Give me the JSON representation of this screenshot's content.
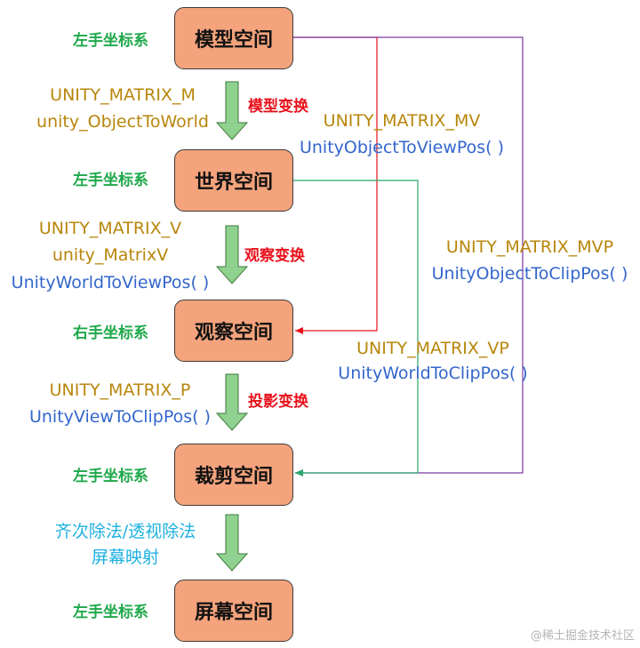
{
  "spaces": [
    {
      "name": "模型空间",
      "handedness": "左手坐标系"
    },
    {
      "name": "世界空间",
      "handedness": "左手坐标系"
    },
    {
      "name": "观察空间",
      "handedness": "右手坐标系"
    },
    {
      "name": "裁剪空间",
      "handedness": "左手坐标系"
    },
    {
      "name": "屏幕空间",
      "handedness": "左手坐标系"
    }
  ],
  "transforms": [
    {
      "title": "模型变换",
      "lines": [
        "UNITY_MATRIX_M",
        "unity_ObjectToWorld"
      ]
    },
    {
      "title": "观察变换",
      "lines": [
        "UNITY_MATRIX_V",
        "unity_MatrixV",
        "UnityWorldToViewPos( )"
      ]
    },
    {
      "title": "投影变换",
      "lines": [
        "UNITY_MATRIX_P",
        "UnityViewToClipPos( )"
      ]
    },
    {
      "title": "",
      "lines": [
        "齐次除法/透视除法",
        "屏幕映射"
      ]
    }
  ],
  "shortcuts": [
    {
      "matrix": "UNITY_MATRIX_MV",
      "func": "UnityObjectToViewPos( )",
      "color": "#e8101a"
    },
    {
      "matrix": "UNITY_MATRIX_MVP",
      "func": "UnityObjectToClipPos( )",
      "color": "#7a3aa8"
    },
    {
      "matrix": "UNITY_MATRIX_VP",
      "func": "UnityWorldToClipPos( )",
      "color": "#2aa86a"
    }
  ],
  "colors": {
    "box_fill": "#f4a37c",
    "down_arrow": "#8fd28f",
    "matrix_text": "#b8860b",
    "func_text": "#3366cc",
    "transform_title": "#e8101a",
    "handedness": "#1fa84a",
    "screen_step_text": "#1eb0e0"
  },
  "watermark": "@稀土掘金技术社区"
}
